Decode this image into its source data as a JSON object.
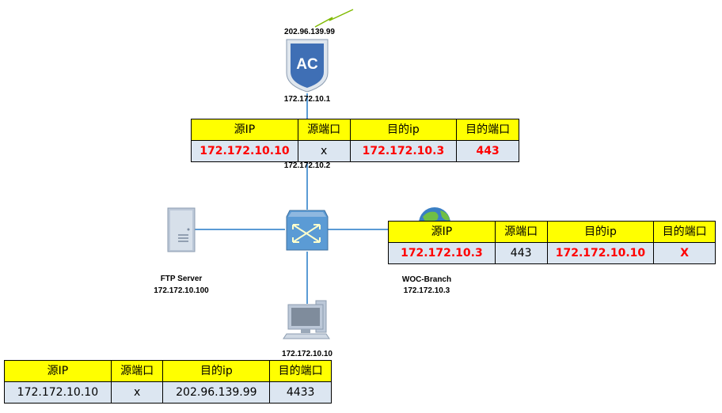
{
  "nodes": {
    "ac": {
      "icon_text": "AC",
      "ip_top": "202.96.139.99",
      "ip_bottom": "172.172.10.1"
    },
    "switch": {
      "ip": "172.172.10.2"
    },
    "ftp": {
      "name": "FTP Server",
      "ip": "172.172.10.100"
    },
    "woc": {
      "name": "WOC-Branch",
      "ip": "172.172.10.3"
    },
    "pc": {
      "ip": "172.172.10.10"
    }
  },
  "tables": {
    "top": {
      "headers": [
        "源IP",
        "源端口",
        "目的ip",
        "目的端口"
      ],
      "row": [
        "172.172.10.10",
        "x",
        "172.172.10.3",
        "443"
      ]
    },
    "right": {
      "headers": [
        "源IP",
        "源端口",
        "目的ip",
        "目的端口"
      ],
      "row": [
        "172.172.10.3",
        "443",
        "172.172.10.10",
        "X"
      ]
    },
    "bottom": {
      "headers": [
        "源IP",
        "源端口",
        "目的ip",
        "目的端口"
      ],
      "row": [
        "172.172.10.10",
        "x",
        "202.96.139.99",
        "4433"
      ]
    }
  },
  "colors": {
    "header_fill": "#ffff00",
    "row_fill": "#dce6f1",
    "highlight_text": "#ff0000",
    "link": "#5b9bd5"
  }
}
